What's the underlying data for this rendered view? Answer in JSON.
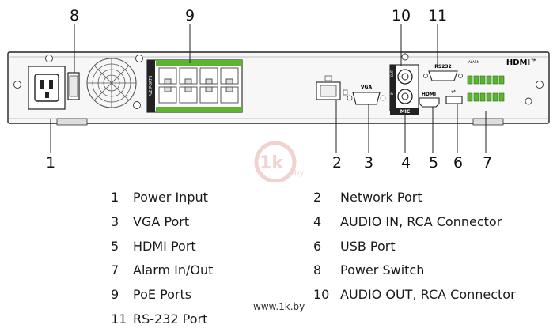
{
  "panel": {
    "poe_label": "PoE PORTS",
    "vga_label": "VGA",
    "rs232_label": "RS232",
    "hdmi_logo": "HDMI™",
    "hdmi_small": "HDMI",
    "mic_label": "MIC",
    "out_label": "OUT",
    "in_label": "IN"
  },
  "callouts": {
    "top": [
      "8",
      "9",
      "10",
      "11"
    ],
    "bottom": [
      "1",
      "2",
      "3",
      "4",
      "5",
      "6",
      "7"
    ]
  },
  "legend": [
    {
      "num": "1",
      "label": "Power Input"
    },
    {
      "num": "2",
      "label": "Network Port"
    },
    {
      "num": "3",
      "label": "VGA Port"
    },
    {
      "num": "4",
      "label": "AUDIO IN, RCA Connector"
    },
    {
      "num": "5",
      "label": "HDMI Port"
    },
    {
      "num": "6",
      "label": "USB Port"
    },
    {
      "num": "7",
      "label": "Alarm In/Out"
    },
    {
      "num": "8",
      "label": "Power Switch"
    },
    {
      "num": "9",
      "label": "PoE Ports"
    },
    {
      "num": "10",
      "label": "AUDIO OUT, RCA Connector"
    },
    {
      "num": "11",
      "label": "RS-232 Port"
    }
  ],
  "watermark": {
    "logo_text": "1k",
    "logo_suffix": "by",
    "url": "www.1k.by"
  },
  "colors": {
    "poe_green": "#5cb531",
    "line": "#222222",
    "panel_bg": "#f6f6f6"
  }
}
